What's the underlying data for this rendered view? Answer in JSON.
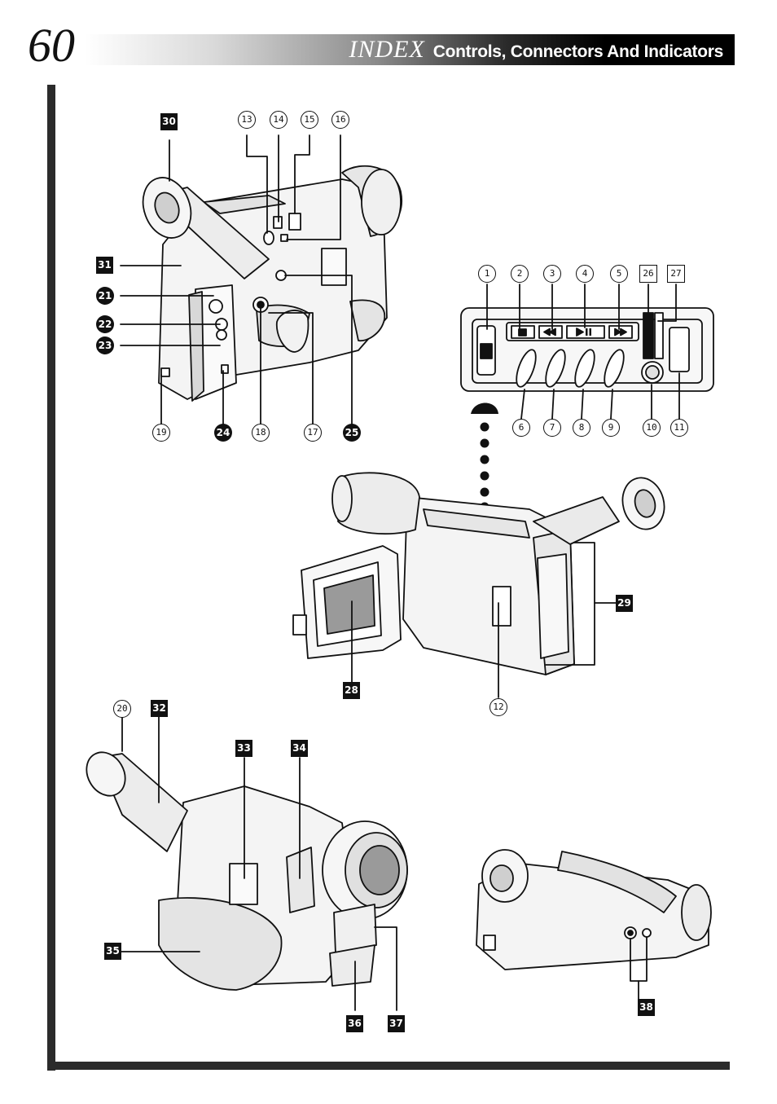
{
  "page": {
    "number": "60"
  },
  "header": {
    "index_word": "INDEX",
    "subtitle": "Controls, Connectors And Indicators"
  },
  "callouts": {
    "c1": "1",
    "c2": "2",
    "c3": "3",
    "c4": "4",
    "c5": "5",
    "c6": "6",
    "c7": "7",
    "c8": "8",
    "c9": "9",
    "c10": "10",
    "c11": "11",
    "c12": "12",
    "c13": "13",
    "c14": "14",
    "c15": "15",
    "c16": "16",
    "c17": "17",
    "c18": "18",
    "c19": "19",
    "c20": "20",
    "c21": "21",
    "c22": "22",
    "c23": "23",
    "c24": "24",
    "c25": "25",
    "c26": "26",
    "c27": "27",
    "c28": "28",
    "c29": "29",
    "c30": "30",
    "c31": "31",
    "c32": "32",
    "c33": "33",
    "c34": "34",
    "c35": "35",
    "c36": "36",
    "c37": "37",
    "c38": "38"
  },
  "icons": {
    "stop": "stop-icon",
    "rewind": "rewind-icon",
    "play_pause": "play-pause-icon",
    "fast_forward": "fast-forward-icon"
  },
  "colors": {
    "ink": "#111111",
    "header_dark": "#000000",
    "frame": "#2b2b2b",
    "paper": "#ffffff",
    "shade": "#d8d8d8"
  }
}
